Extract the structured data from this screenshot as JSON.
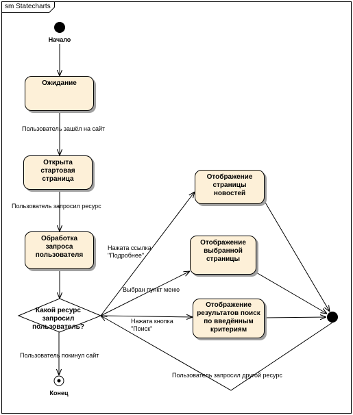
{
  "frame": {
    "title": "sm Statecharts"
  },
  "nodes": {
    "initial": {
      "label": "Начало"
    },
    "final_end": {
      "label": "Конец"
    },
    "waiting": {
      "label": "Ожидание"
    },
    "start_page": {
      "label_line1": "Открыта стартовая",
      "label_line2": "страница"
    },
    "processing": {
      "label_line1": "Обработка запроса",
      "label_line2": "пользователя"
    },
    "decision": {
      "label_line1": "Какой ресурс запросил",
      "label_line2": "пользователь?"
    },
    "news": {
      "label_line1": "Отображение",
      "label_line2": "страницы новостей"
    },
    "selected": {
      "label_line1": "Отображение",
      "label_line2": "выбранной",
      "label_line3": "страницы"
    },
    "search": {
      "label_line1": "Отображение",
      "label_line2": "результатов поиск",
      "label_line3": "по введённым",
      "label_line4": "критериям"
    }
  },
  "transitions": {
    "entered_site": "Пользователь зашёл на сайт",
    "requested_resource": "Пользователь запросил ресурс",
    "link_pressed_line1": "Нажата ссылка",
    "link_pressed_line2": "\"Подробнее\"",
    "menu_selected": "Выбран пункт меню",
    "search_pressed_line1": "Нажата кнопка",
    "search_pressed_line2": "\"Поиск\"",
    "left_site": "Пользователь покинул сайт",
    "other_resource": "Пользователь запросил другой ресурс"
  }
}
